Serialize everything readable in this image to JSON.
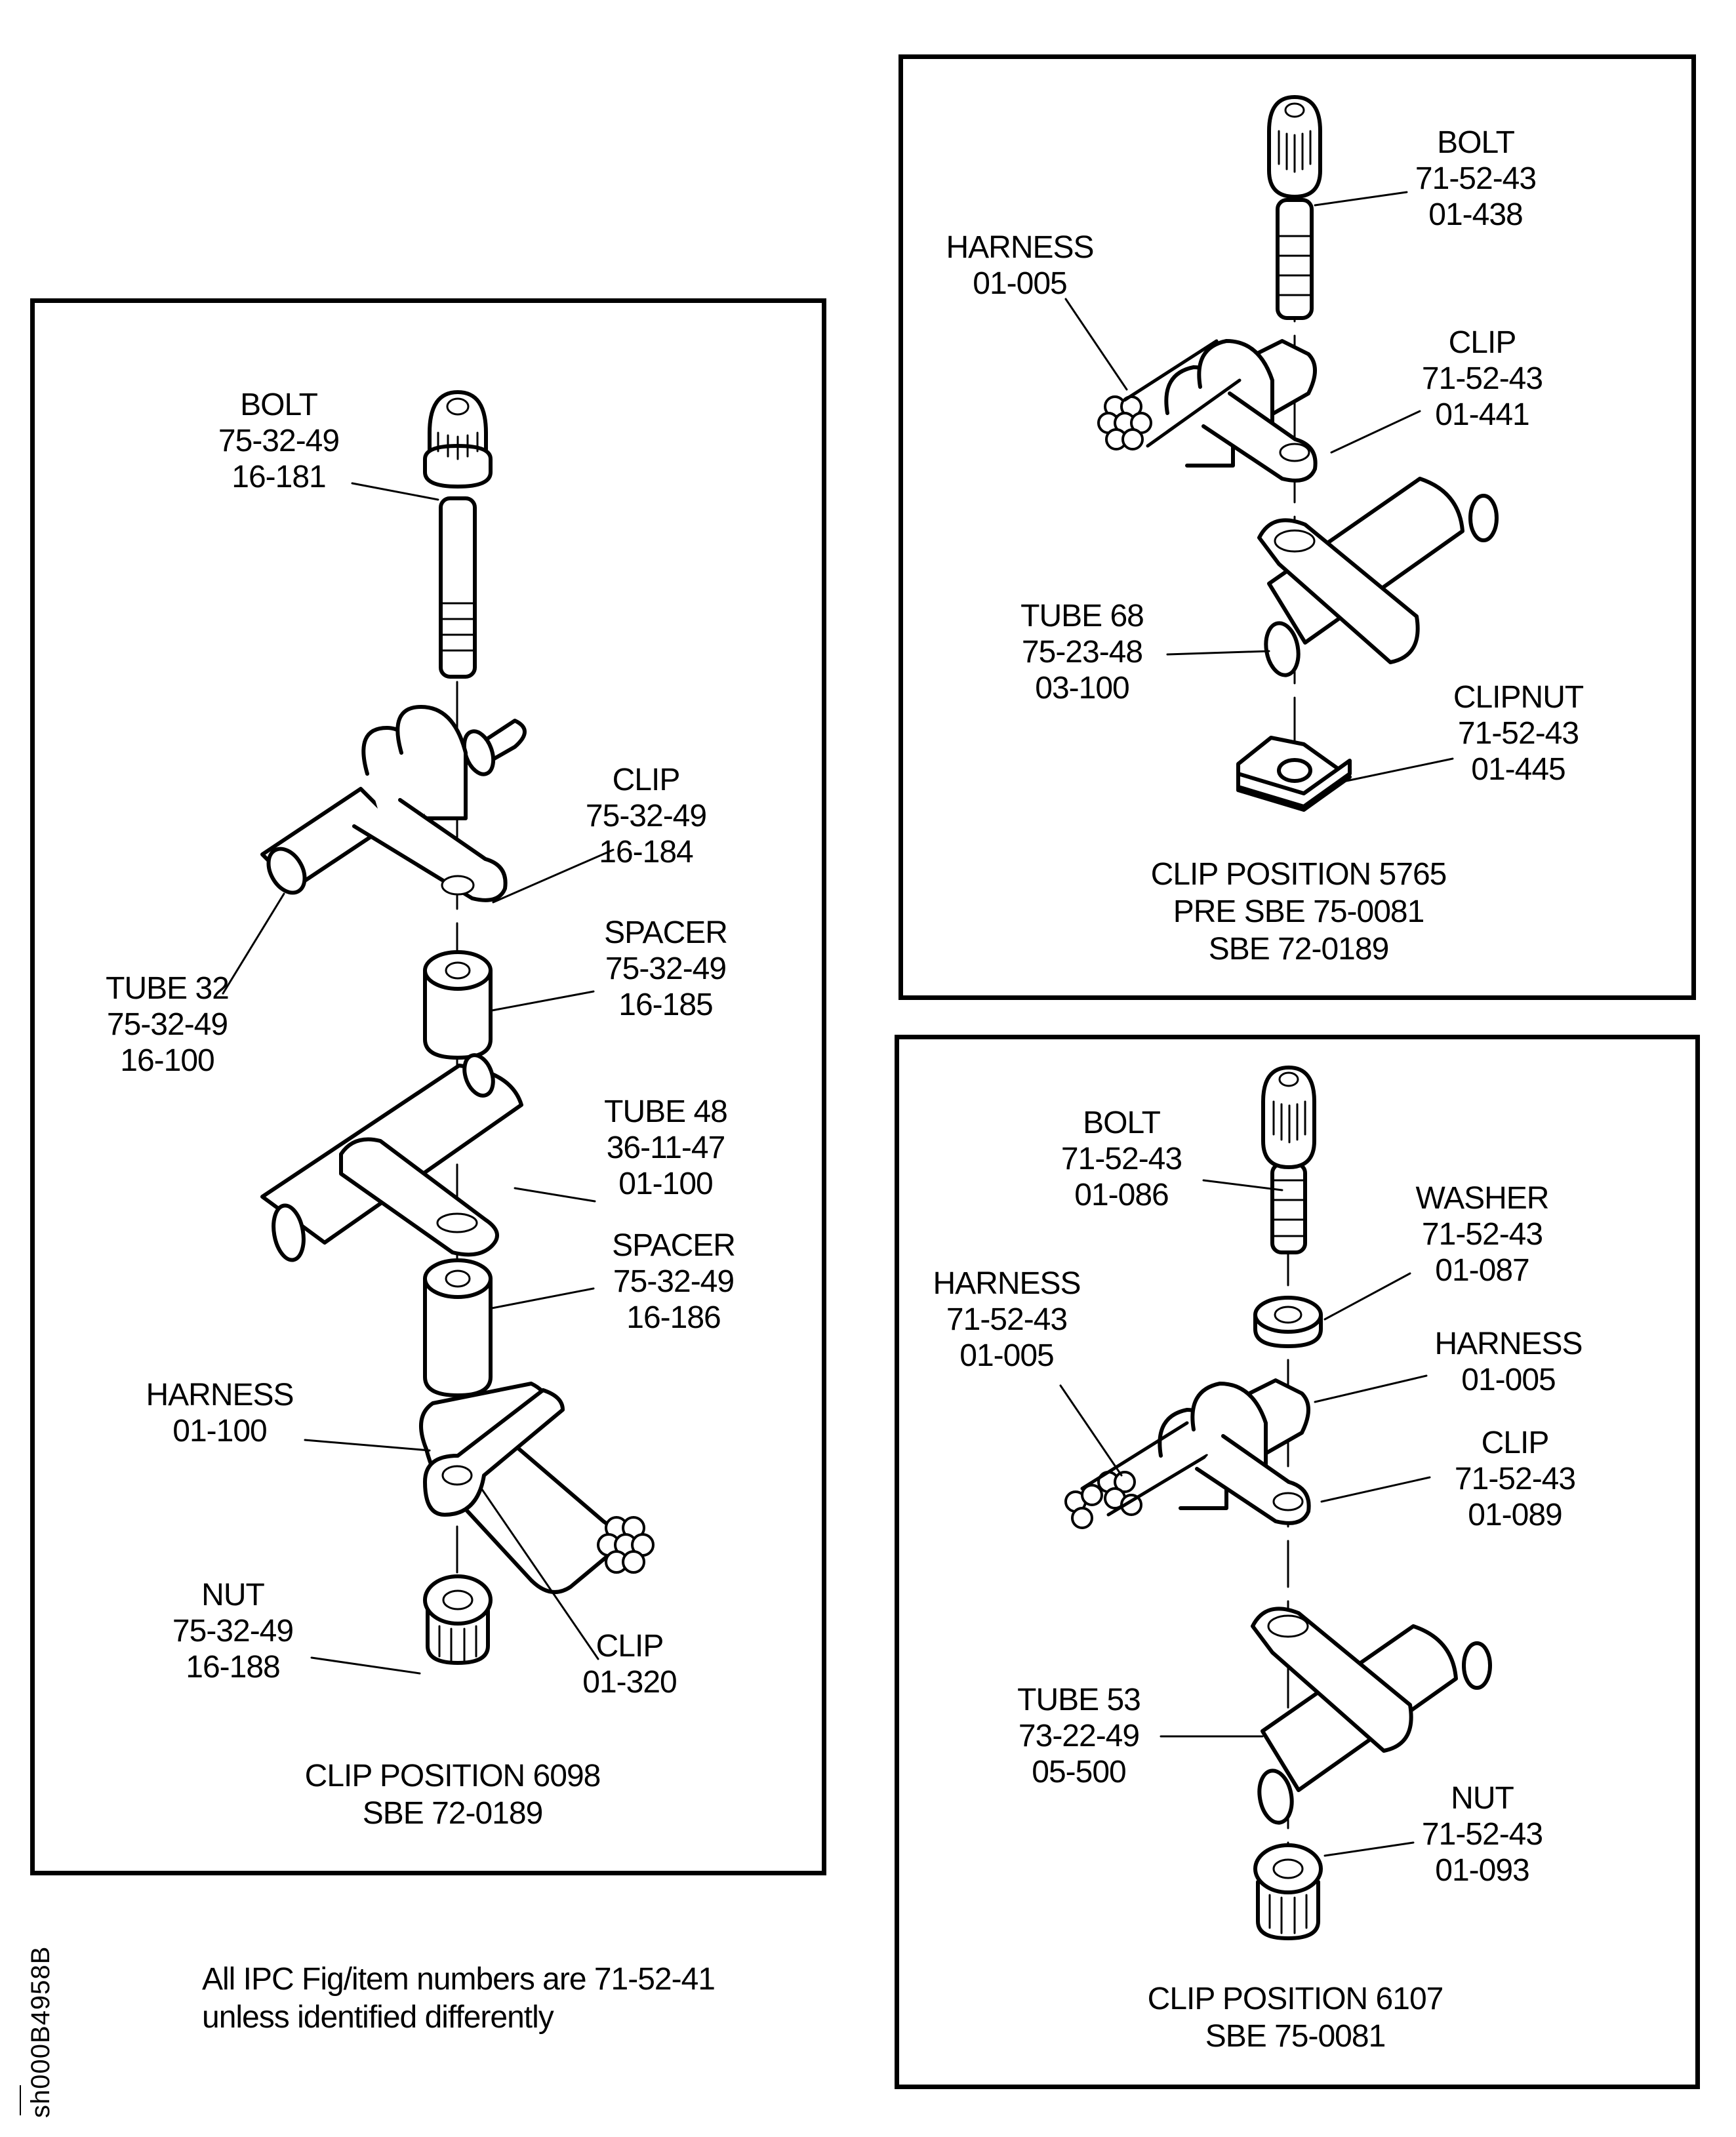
{
  "figure": {
    "sheet_id": "sh000B4958B",
    "note": [
      "All IPC Fig/item numbers are 71-52-41",
      "unless identified differently"
    ]
  },
  "panels": {
    "p6098": {
      "caption": [
        "CLIP POSITION 6098",
        "SBE 72-0189"
      ],
      "parts": {
        "bolt": [
          "BOLT",
          "75-32-49",
          "16-181"
        ],
        "clip_upper": [
          "CLIP",
          "75-32-49",
          "16-184"
        ],
        "tube32": [
          "TUBE 32",
          "75-32-49",
          "16-100"
        ],
        "spacer1": [
          "SPACER",
          "75-32-49",
          "16-185"
        ],
        "tube48": [
          "TUBE 48",
          "36-11-47",
          "01-100"
        ],
        "spacer2": [
          "SPACER",
          "75-32-49",
          "16-186"
        ],
        "harness": [
          "HARNESS",
          "01-100"
        ],
        "nut": [
          "NUT",
          "75-32-49",
          "16-188"
        ],
        "clip_lower": [
          "CLIP",
          "01-320"
        ]
      }
    },
    "p5765": {
      "caption": [
        "CLIP POSITION 5765",
        "PRE SBE 75-0081",
        "SBE 72-0189"
      ],
      "parts": {
        "bolt": [
          "BOLT",
          "71-52-43",
          "01-438"
        ],
        "harness": [
          "HARNESS",
          "01-005"
        ],
        "clip": [
          "CLIP",
          "71-52-43",
          "01-441"
        ],
        "tube68": [
          "TUBE 68",
          "75-23-48",
          "03-100"
        ],
        "clipnut": [
          "CLIPNUT",
          "71-52-43",
          "01-445"
        ]
      }
    },
    "p6107": {
      "caption": [
        "CLIP POSITION 6107",
        "SBE 75-0081"
      ],
      "parts": {
        "bolt": [
          "BOLT",
          "71-52-43",
          "01-086"
        ],
        "washer": [
          "WASHER",
          "71-52-43",
          "01-087"
        ],
        "harness_left": [
          "HARNESS",
          "71-52-43",
          "01-005"
        ],
        "harness_right": [
          "HARNESS",
          "01-005"
        ],
        "clip": [
          "CLIP",
          "71-52-43",
          "01-089"
        ],
        "tube53": [
          "TUBE 53",
          "73-22-49",
          "05-500"
        ],
        "nut": [
          "NUT",
          "71-52-43",
          "01-093"
        ]
      }
    }
  }
}
